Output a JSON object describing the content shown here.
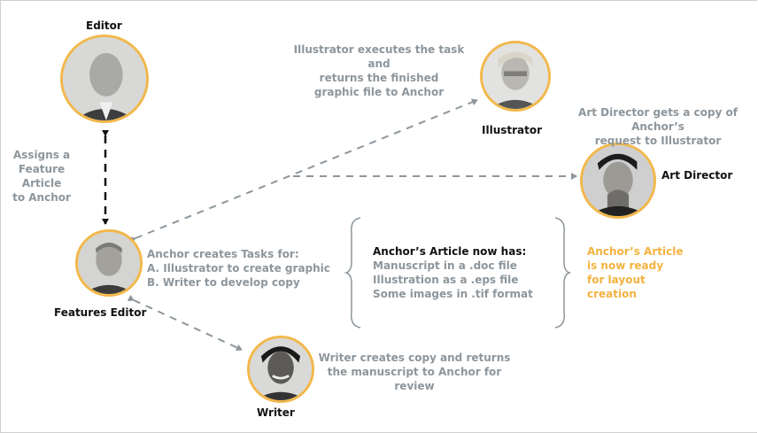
{
  "people": {
    "editor": "Editor",
    "illustrator": "Illustrator",
    "art_director": "Art Director",
    "features_editor": "Features Editor",
    "writer": "Writer"
  },
  "notes": {
    "illustrator_note": [
      "Illustrator executes the task and",
      "returns the finished",
      "graphic file to Anchor"
    ],
    "art_director_note": [
      "Art Director gets a copy of Anchor’s",
      "request to Illustrator"
    ],
    "assigns_note": [
      "Assigns a",
      "Feature Article",
      "to Anchor"
    ],
    "anchor_tasks": [
      "Anchor creates Tasks for:",
      "A. Illustrator to create graphic",
      "B. Writer to develop copy"
    ],
    "article_heading": "Anchor’s Article now has:",
    "article_items": [
      "Manuscript in a .doc file",
      "Illustration as a .eps file",
      "Some images in .tif format"
    ],
    "ready_note": [
      "Anchor’s Article",
      "is now ready",
      "for layout",
      "creation"
    ],
    "writer_note": [
      "Writer creates copy and returns",
      "the manuscript to Anchor for",
      "review"
    ]
  },
  "colors": {
    "portrait_ring": "#f2b84b",
    "note_gray": "#8d969c",
    "ready_orange": "#f4b23f",
    "arrow_gray": "#8d969c",
    "arrow_black": "#111111"
  },
  "icons": [
    "arrow-head-icon",
    "curly-brace-icon"
  ]
}
